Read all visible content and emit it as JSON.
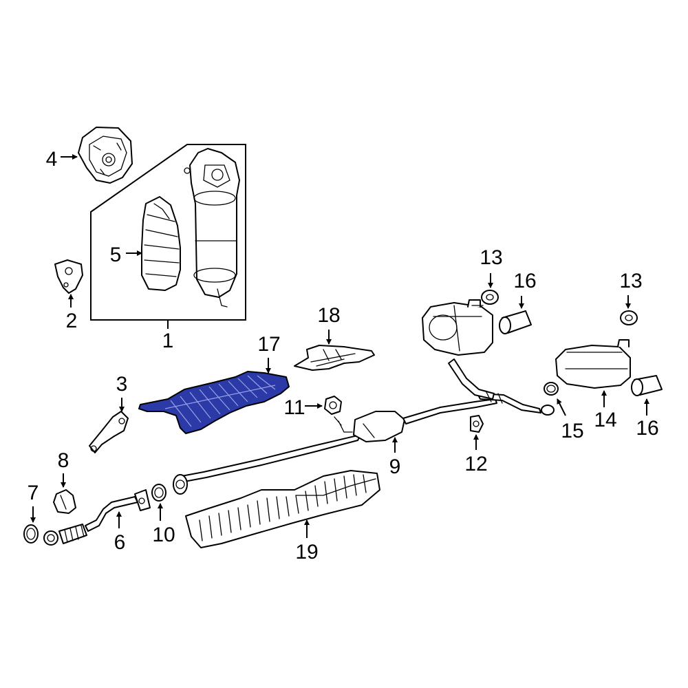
{
  "callouts": [
    {
      "id": "c1",
      "text": "1"
    },
    {
      "id": "c2",
      "text": "2"
    },
    {
      "id": "c3",
      "text": "3"
    },
    {
      "id": "c4",
      "text": "4"
    },
    {
      "id": "c5",
      "text": "5"
    },
    {
      "id": "c6",
      "text": "6"
    },
    {
      "id": "c7",
      "text": "7"
    },
    {
      "id": "c8",
      "text": "8"
    },
    {
      "id": "c9",
      "text": "9"
    },
    {
      "id": "c10",
      "text": "10"
    },
    {
      "id": "c11",
      "text": "11"
    },
    {
      "id": "c12",
      "text": "12"
    },
    {
      "id": "c13a",
      "text": "13"
    },
    {
      "id": "c13b",
      "text": "13"
    },
    {
      "id": "c14",
      "text": "14"
    },
    {
      "id": "c15",
      "text": "15"
    },
    {
      "id": "c16a",
      "text": "16"
    },
    {
      "id": "c16b",
      "text": "16"
    },
    {
      "id": "c17",
      "text": "17"
    },
    {
      "id": "c18",
      "text": "18"
    },
    {
      "id": "c19",
      "text": "19"
    }
  ],
  "highlighted_part": "17",
  "colors": {
    "highlight": "#2b3aa6",
    "line": "#000000",
    "background": "#ffffff"
  }
}
